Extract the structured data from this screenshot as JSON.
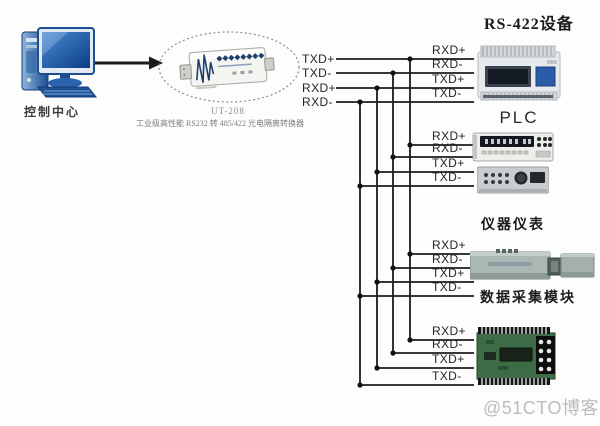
{
  "page": {
    "background": "#fdfdfd"
  },
  "control_center": {
    "label": "控制中心"
  },
  "converter": {
    "model": "UT-208",
    "description": "工业级高性能 RS232 转 485/422 光电隔离转换器"
  },
  "left_pins": [
    "TXD+",
    "TXD-",
    "RXD+",
    "RXD-"
  ],
  "groups": [
    {
      "name": "rs422-plc-device",
      "pins": [
        "RXD+",
        "RXD-",
        "TXD+",
        "TXD-"
      ],
      "label": "PLC"
    },
    {
      "name": "instrument-devices",
      "pins": [
        "RXD+",
        "RXD-",
        "TXD+",
        "TXD-"
      ],
      "label": "仪器仪表"
    },
    {
      "name": "daq-module",
      "pins": [
        "RXD+",
        "RXD-",
        "TXD+",
        "TXD-"
      ],
      "label": "数据采集模块"
    },
    {
      "name": "pcb-board",
      "pins": [
        "RXD+",
        "RXD-",
        "TXD+",
        "TXD-"
      ],
      "label": ""
    }
  ],
  "right_heading": "RS-422设备",
  "watermark": "@51CTO博客",
  "colors": {
    "wire": "#1c1c1c",
    "label_text": "#252525",
    "accent_blue": "#1d4f96",
    "pcb_green": "#3c6b46",
    "watermark": "#bcbcbc"
  }
}
